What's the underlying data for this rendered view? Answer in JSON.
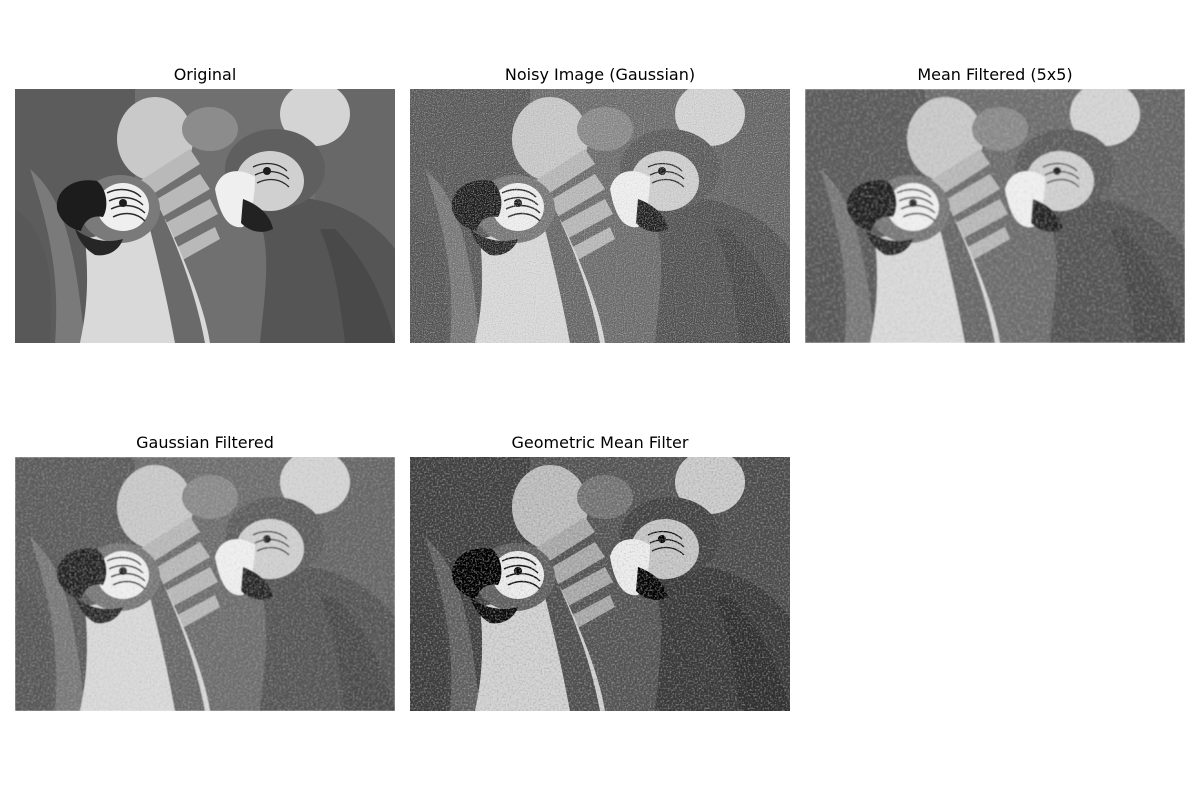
{
  "figure": {
    "panels": [
      {
        "title": "Original",
        "variant": "original"
      },
      {
        "title": "Noisy Image (Gaussian)",
        "variant": "noisy"
      },
      {
        "title": "Mean Filtered (5x5)",
        "variant": "mean"
      },
      {
        "title": "Gaussian Filtered",
        "variant": "gaussian"
      },
      {
        "title": "Geometric Mean Filter",
        "variant": "geomean"
      }
    ]
  }
}
